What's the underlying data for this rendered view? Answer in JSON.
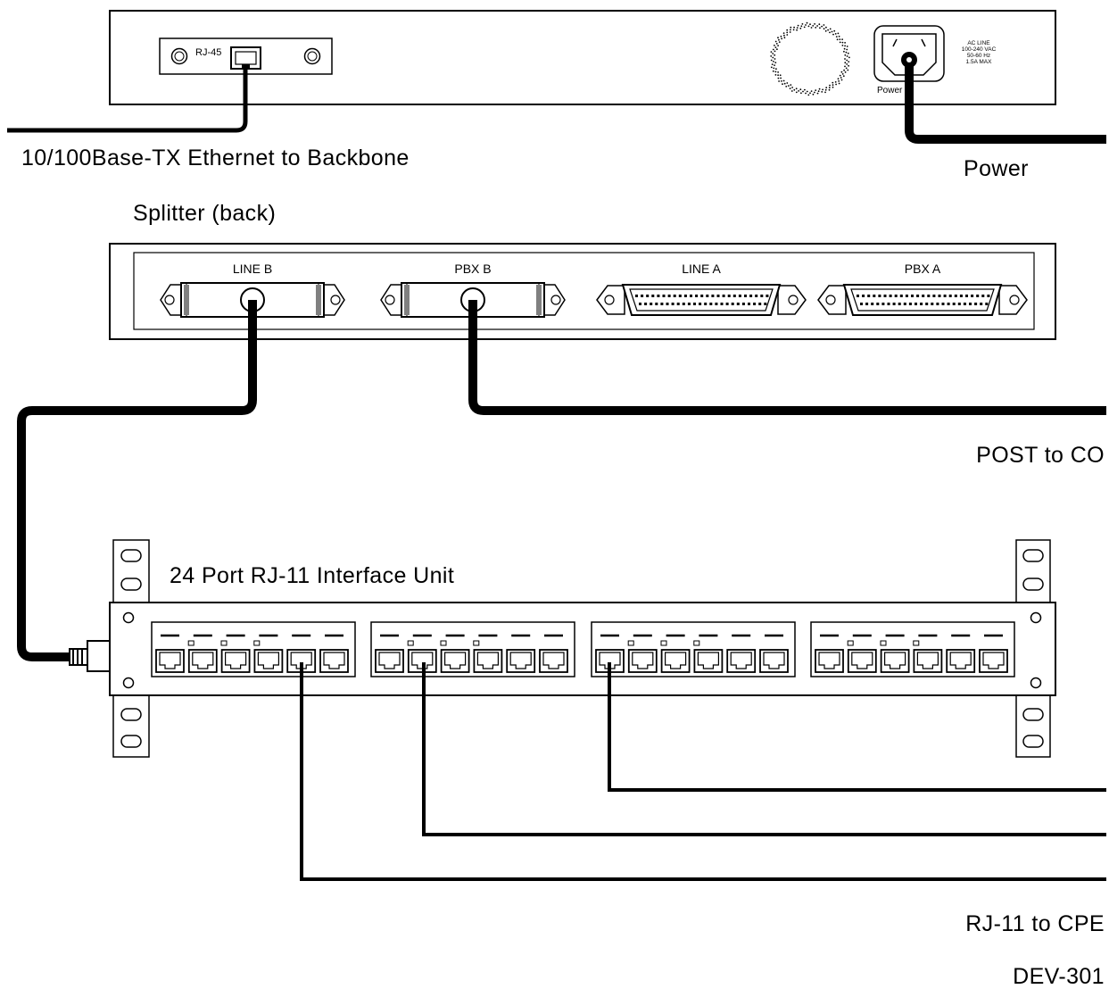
{
  "switch": {
    "rj45_port_label": "RJ-45",
    "power_inlet_label": "Power",
    "ac_rating": [
      "AC LINE",
      "100-240 VAC",
      "50-60 Hz",
      "1.5A MAX"
    ]
  },
  "captions": {
    "ethernet": "10/100Base-TX Ethernet to Backbone",
    "power": "Power",
    "splitter_title": "Splitter (back)",
    "post_to_co": "POST to CO",
    "interface_unit_title": "24 Port RJ-11 Interface Unit",
    "rj11_to_cpe": "RJ-11 to CPE",
    "figure_id": "DEV-301"
  },
  "splitter": {
    "connectors": [
      {
        "label": "LINE B",
        "kind": "covered"
      },
      {
        "label": "PBX B",
        "kind": "covered"
      },
      {
        "label": "LINE A",
        "kind": "open"
      },
      {
        "label": "PBX A",
        "kind": "open"
      }
    ]
  },
  "interface_unit": {
    "port_groups": 4,
    "ports_per_group": 6
  }
}
